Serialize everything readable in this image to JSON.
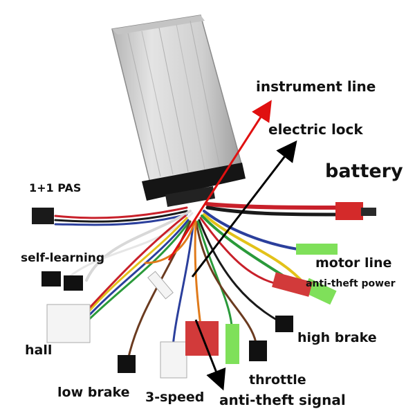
{
  "labels": {
    "instrument_line": "instrument line",
    "electric_lock": "electric lock",
    "battery": "battery",
    "pas": "1+1 PAS",
    "self_learning": "self-learning",
    "motor_line": "motor line",
    "anti_theft_power": "anti-theft power",
    "high_brake": "high brake",
    "hall": "hall",
    "throttle": "throttle",
    "low_brake": "low brake",
    "three_speed": "3-speed",
    "anti_theft_signal": "anti-theft signal"
  },
  "colors": {
    "housing": "#d8d8d8",
    "housing_shadow": "#a9a9a9",
    "arrow_red": "#e01010",
    "arrow_black": "#000000",
    "wire_red": "#c8202a",
    "wire_blue": "#2b3f9c",
    "wire_yellow": "#e3c21a",
    "wire_green": "#2a9a3a",
    "wire_white": "#eeeeee",
    "wire_orange": "#e07a1a",
    "wire_brown": "#6b3b20",
    "connector_green": "#7fe05a",
    "connector_red": "#d23a3a",
    "connector_black": "#1a1a1a"
  }
}
